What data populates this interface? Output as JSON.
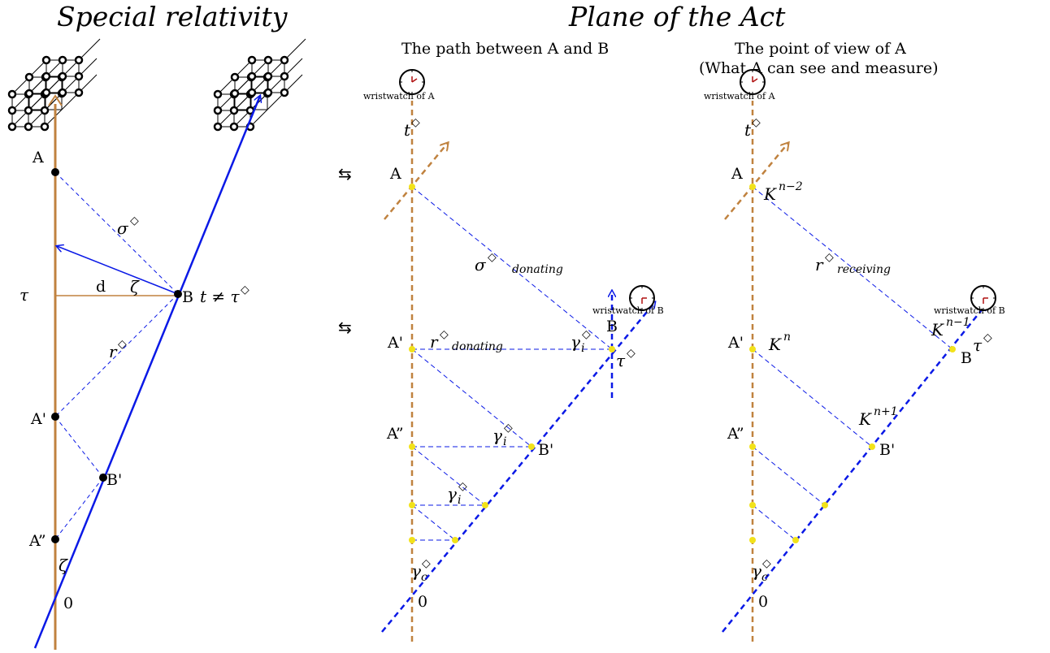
{
  "titles": {
    "left": "Special relativity",
    "right": "Plane of the Act",
    "middle_sub": "The path between A and B",
    "right_sub_line1": "The point of view of A",
    "right_sub_line2": "(What A can see and measure)"
  },
  "labels": {
    "A": "A",
    "A1": "A'",
    "A2": "A”",
    "B": "B",
    "B1": "B'",
    "zero": "0",
    "d": "d",
    "tau": "τ",
    "zeta": "ζ",
    "sigma": "σ",
    "r": "r",
    "t": "t",
    "gamma": "γ",
    "K": "K",
    "t_neq_tau": "t ≠ τ",
    "diamond": "◇",
    "arrows": "⇆",
    "sub_donating": "donating",
    "sub_receiving": "receiving",
    "sub_i": "i",
    "sub_c": "c",
    "sup_n_minus_2": "n−2",
    "sup_n": "n",
    "sup_n_minus_1": "n−1",
    "sup_n_plus_1": "n+1",
    "wristwatch_A": "wristwatch of A",
    "wristwatch_B": "wristwatch of B"
  },
  "colors": {
    "brown": "#c0823f",
    "blue": "#0a19e6",
    "dot_yellow": "#f2e21a",
    "black": "#000000"
  },
  "icons": [
    "clock-icon",
    "lattice-cube-icon"
  ]
}
